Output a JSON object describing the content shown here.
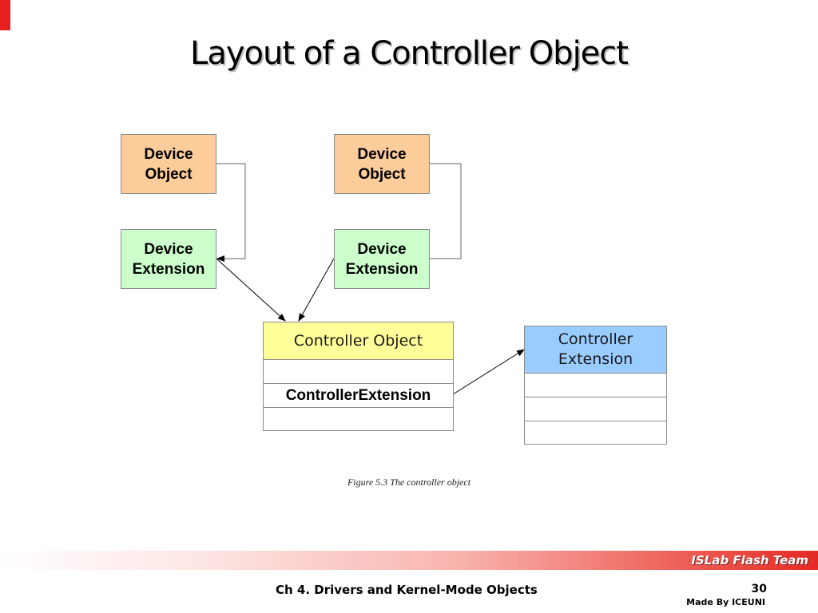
{
  "slide": {
    "title": "Layout of a Controller Object",
    "caption": "Figure 5.3 The controller object"
  },
  "diagram": {
    "device_object_left": "Device\nObject",
    "device_extension_left": "Device\nExtension",
    "device_object_right": "Device\nObject",
    "device_extension_right": "Device\nExtension",
    "controller_object": {
      "header": "Controller Object",
      "fields": [
        "",
        "ControllerExtension",
        ""
      ]
    },
    "controller_extension": {
      "header": "Controller\nExtension",
      "fields": [
        "",
        "",
        ""
      ]
    }
  },
  "footer": {
    "team": "ISLab Flash Team",
    "chapter": "Ch 4. Drivers and Kernel-Mode Objects",
    "page_number": "30",
    "author": "Made By ICEUNI"
  },
  "colors": {
    "device_object_fill": "#fdcc9b",
    "device_extension_fill": "#ccffcc",
    "controller_object_header_fill": "#ffff99",
    "controller_extension_header_fill": "#99ccff",
    "corner_accent": "#e8201f"
  }
}
